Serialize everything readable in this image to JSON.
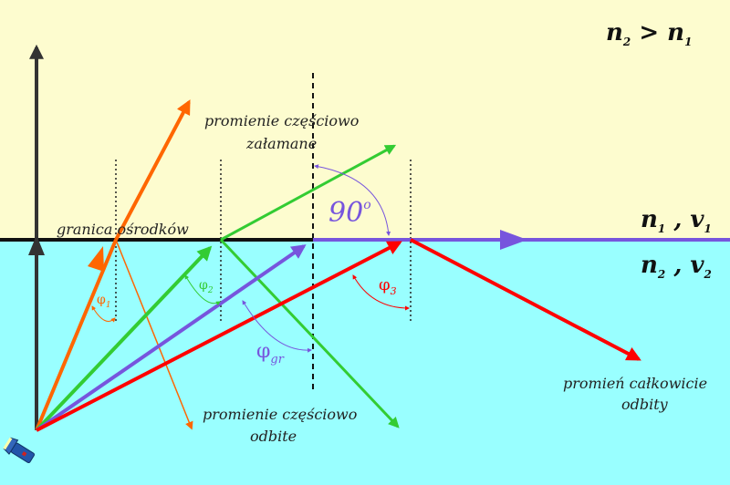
{
  "labels": {
    "top_relation_n": "n",
    "top_relation_sub_left": "2",
    "top_relation_op": " > ",
    "top_relation_n2": "n",
    "top_relation_sub_right": "1",
    "medium1_n": "n",
    "medium1_n_sub": "1",
    "medium1_sep": " , ",
    "medium1_v": "v",
    "medium1_v_sub": "1",
    "medium2_n": "n",
    "medium2_n_sub": "2",
    "medium2_sep": " , ",
    "medium2_v": "v",
    "medium2_v_sub": "2",
    "boundary": "granica ośrodków",
    "refracted_line1": "promienie  częściowo",
    "refracted_line2": "załamane",
    "reflected_line1": "promienie częściowo",
    "reflected_line2": "odbite",
    "total_line1": "promień całkowicie",
    "total_line2": "odbity",
    "angle_90": "90",
    "angle_90_sup": "o",
    "phi": "φ",
    "phi1_sub": "1",
    "phi2_sub": "2",
    "phi3_sub": "3",
    "phigr_sub": "gr"
  },
  "colors": {
    "medium_top": "#fdfccf",
    "medium_bottom": "#99ffff",
    "orange": "#ff6600",
    "green": "#33cc33",
    "violet": "#7755dd",
    "red": "#ff0000",
    "dark": "#333333"
  }
}
